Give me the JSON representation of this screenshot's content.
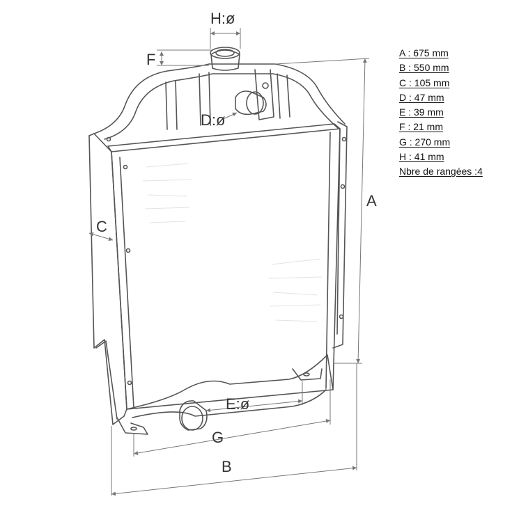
{
  "diagram": {
    "labels": {
      "H": "H:ø",
      "F": "F",
      "D": "D:ø",
      "C": "C",
      "A": "A",
      "E": "E:ø",
      "G": "G",
      "B": "B"
    }
  },
  "specs": [
    "A : 675 mm",
    "B : 550 mm",
    "C : 105 mm",
    "D : 47 mm",
    "E : 39 mm",
    "F : 21 mm",
    "G : 270 mm",
    "H : 41 mm",
    "Nbre de rangées  :4"
  ],
  "colors": {
    "line": "#555555",
    "dim": "#777777",
    "text": "#333333"
  }
}
